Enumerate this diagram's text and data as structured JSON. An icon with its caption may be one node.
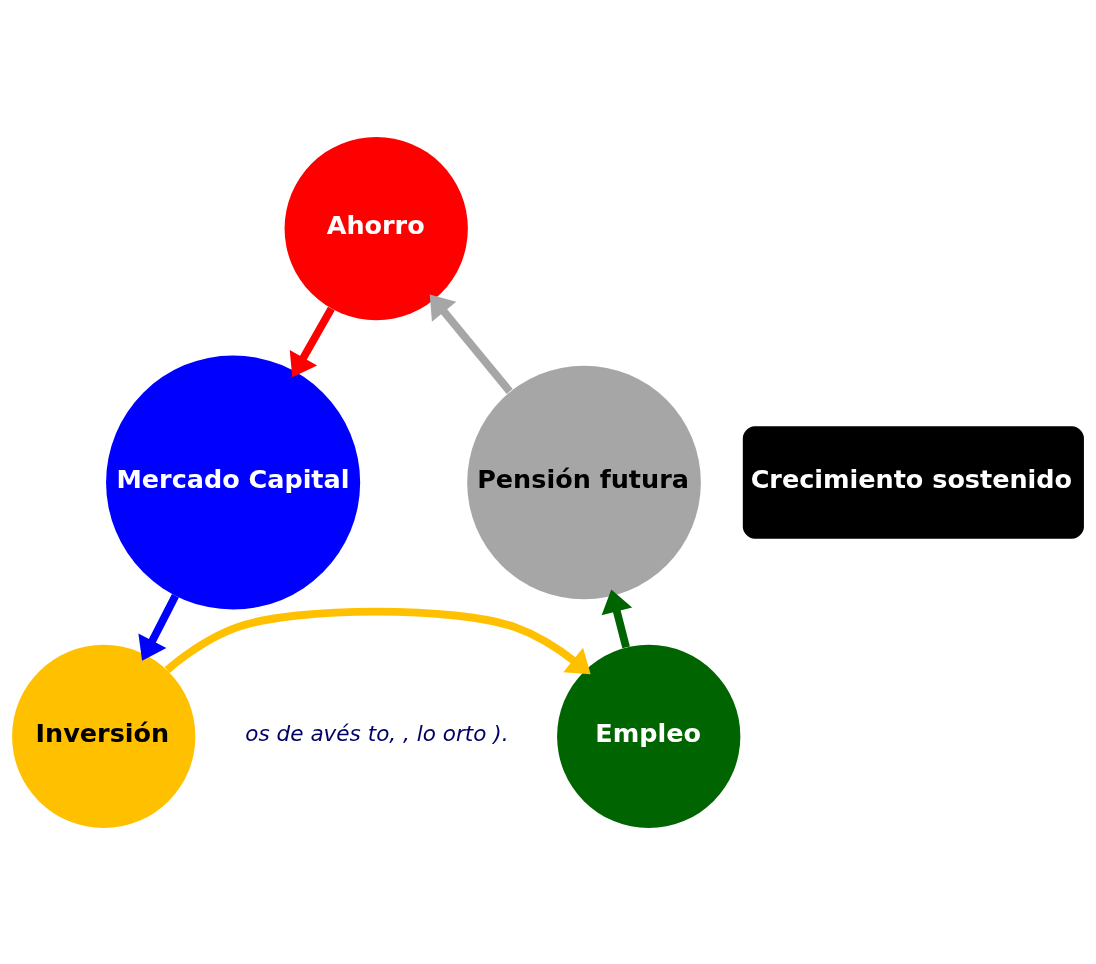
{
  "diagram": {
    "nodes": [
      {
        "text": [
          "Ahorro"
        ]
      },
      {
        "text": [
          "Pensión futura"
        ]
      },
      {
        "text": [
          "Crecimiento sostenido"
        ]
      },
      {
        "text": [
          "Mercado Capital"
        ]
      },
      {
        "text": [
          "Empleo"
        ]
      },
      {
        "text": [
          "Inversión"
        ]
      }
    ],
    "edges": [
      {
        "from": 1,
        "to": 0,
        "arrow": "to",
        "color": "#a6a6a6"
      },
      {
        "from": 0,
        "to": 3,
        "arrow": "to",
        "color": "#ff0000"
      },
      {
        "from": 3,
        "to": 5,
        "arrow": "to",
        "color": "#0000ff"
      },
      {
        "from": 5,
        "to": 4,
        "arrow": "to",
        "color": "#ffc000"
      },
      {
        "from": 4,
        "to": 1,
        "arrow": "to",
        "color": "#006400"
      }
    ],
    "labels": [
      "os de avés to, , lo orto )."
    ]
  }
}
